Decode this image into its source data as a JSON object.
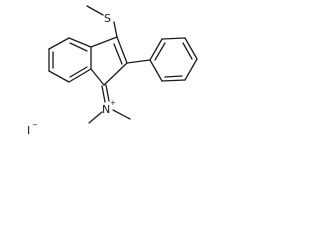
{
  "structure": {
    "atoms": {
      "sulfur": "S",
      "nitrogen": "N",
      "nitrogen_charge": "+",
      "iodide": "I",
      "iodide_charge": "−"
    }
  }
}
